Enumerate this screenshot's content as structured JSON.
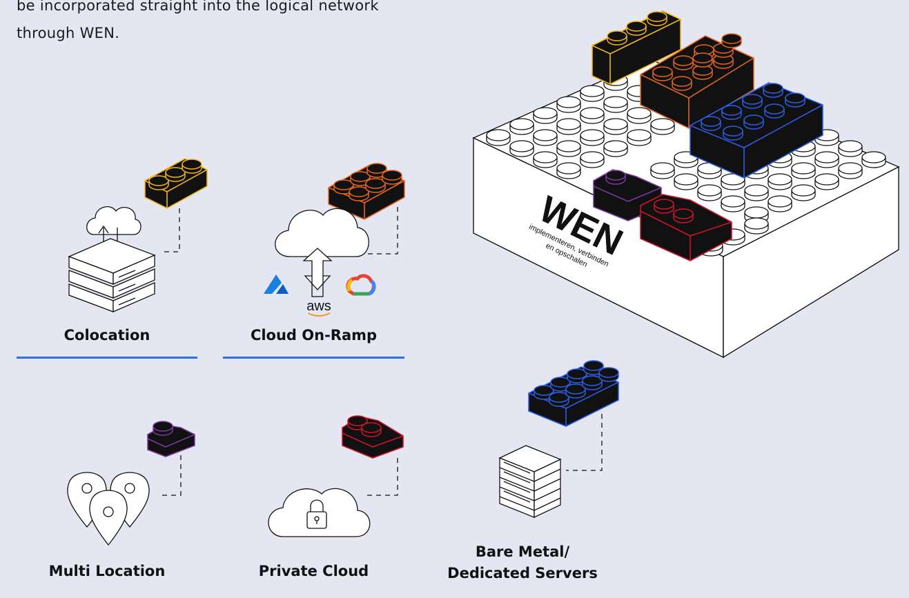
{
  "intro": {
    "line1": "be incorporated straight into the logical network",
    "line2": "through WEN."
  },
  "services": {
    "colocation": "Colocation",
    "cloud_on_ramp": "Cloud On-Ramp",
    "multi_location": "Multi Location",
    "private_cloud": "Private Cloud",
    "bare_metal_line1": "Bare Metal/",
    "bare_metal_line2": "Dedicated Servers"
  },
  "cloud_logos": {
    "aws": "aws"
  },
  "wen_block": {
    "title": "WEN",
    "subtitle_line1": "implementeren, verbinden",
    "subtitle_line2": "en opschalen"
  },
  "colors": {
    "background": "#e4e6f1",
    "underline": "#2f6fe0",
    "brick_yellow": "#f2b71a",
    "brick_orange": "#e7661e",
    "brick_blue": "#2a5fe8",
    "brick_purple": "#7a3aa0",
    "brick_red": "#d0142c"
  },
  "icons": [
    "cloud-upload-icon",
    "server-stack-icon",
    "azure-icon",
    "google-cloud-icon",
    "aws-icon",
    "map-pin-icon",
    "padlock-icon",
    "server-rack-icon",
    "lego-brick-icon"
  ]
}
